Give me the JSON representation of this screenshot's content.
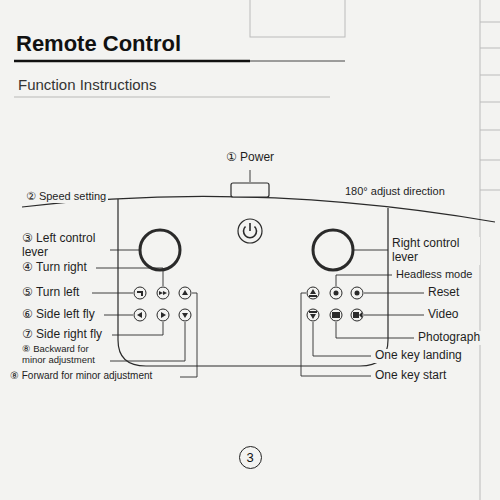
{
  "diagram": {
    "title": "Remote Control",
    "nodes": [
      {
        "text": [
          "3"
        ]
      }
    ],
    "labels": [
      "Function Instructions",
      "① Power",
      "② Speed setting",
      "180° adjust direction",
      "③ Left control lever",
      "Right control lever",
      "④ Turn right",
      "Headless mode",
      "⑤ Turn left",
      "Reset",
      "⑥ Side left fly",
      "Video",
      "⑦ Side right fly",
      "Photograph",
      "⑧ Backward for minor adjustment",
      "One key landing",
      "⑧ Forward for minor adjustment",
      "One key start"
    ]
  }
}
